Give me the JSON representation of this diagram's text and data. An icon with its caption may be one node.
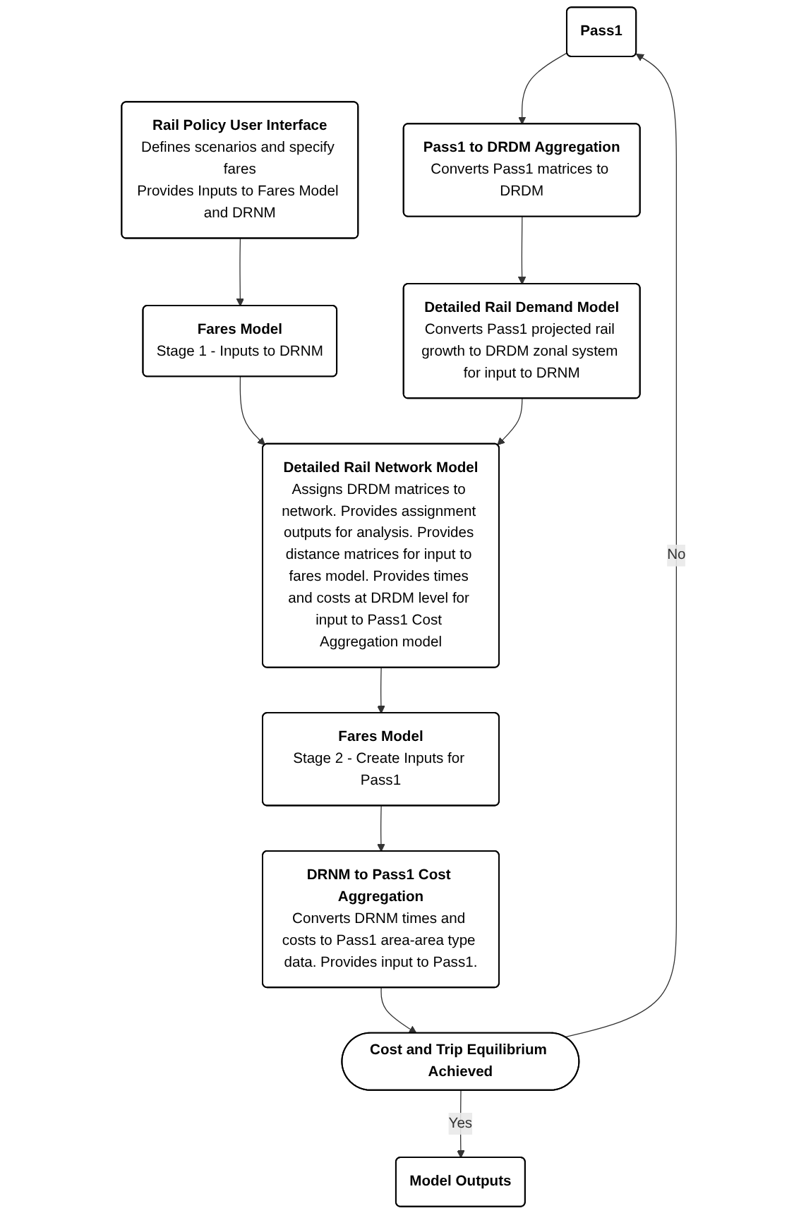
{
  "diagram": {
    "nodes": [
      {
        "text": [
          "Pass1"
        ]
      },
      {
        "text": [
          "Rail Policy User Interface",
          "Defines scenarios and specify fares",
          "Provides Inputs to Fares Model and DRNM"
        ]
      },
      {
        "text": [
          "Pass1 to DRDM Aggregation",
          "Converts Pass1 matrices to DRDM"
        ]
      },
      {
        "text": [
          "Fares Model",
          "Stage 1 - Inputs to DRNM"
        ]
      },
      {
        "text": [
          "Detailed Rail Demand Model",
          "Converts Pass1 projected rail growth to DRDM zonal system for input to DRNM"
        ]
      },
      {
        "text": [
          "Detailed Rail Network Model",
          "Assigns DRDM matrices to network. Provides assignment outputs for analysis. Provides distance matrices for input to fares model. Provides times and costs at DRDM level for input to Pass1 Cost Aggregation model"
        ]
      },
      {
        "text": [
          "Fares Model",
          "Stage 2 - Create Inputs for Pass1"
        ]
      },
      {
        "text": [
          "DRNM to Pass1 Cost Aggregation",
          "Converts DRNM times and costs to Pass1 area-area type data. Provides input to Pass1."
        ]
      },
      {
        "text": [
          "Cost and Trip Equilibrium Achieved"
        ]
      },
      {
        "text": [
          "Model Outputs"
        ]
      }
    ],
    "edges": [
      {
        "from": 0,
        "to": 2,
        "arrow": "to"
      },
      {
        "from": 2,
        "to": 4,
        "arrow": "to"
      },
      {
        "from": 1,
        "to": 3,
        "arrow": "to"
      },
      {
        "from": 3,
        "to": 5,
        "arrow": "to"
      },
      {
        "from": 4,
        "to": 5,
        "arrow": "to"
      },
      {
        "from": 5,
        "to": 6,
        "arrow": "to"
      },
      {
        "from": 6,
        "to": 7,
        "arrow": "to"
      },
      {
        "from": 7,
        "to": 8,
        "arrow": "to"
      },
      {
        "from": 8,
        "to": 9,
        "label": "Yes",
        "arrow": "to"
      },
      {
        "from": 8,
        "to": 0,
        "label": "No",
        "arrow": "to"
      }
    ]
  }
}
